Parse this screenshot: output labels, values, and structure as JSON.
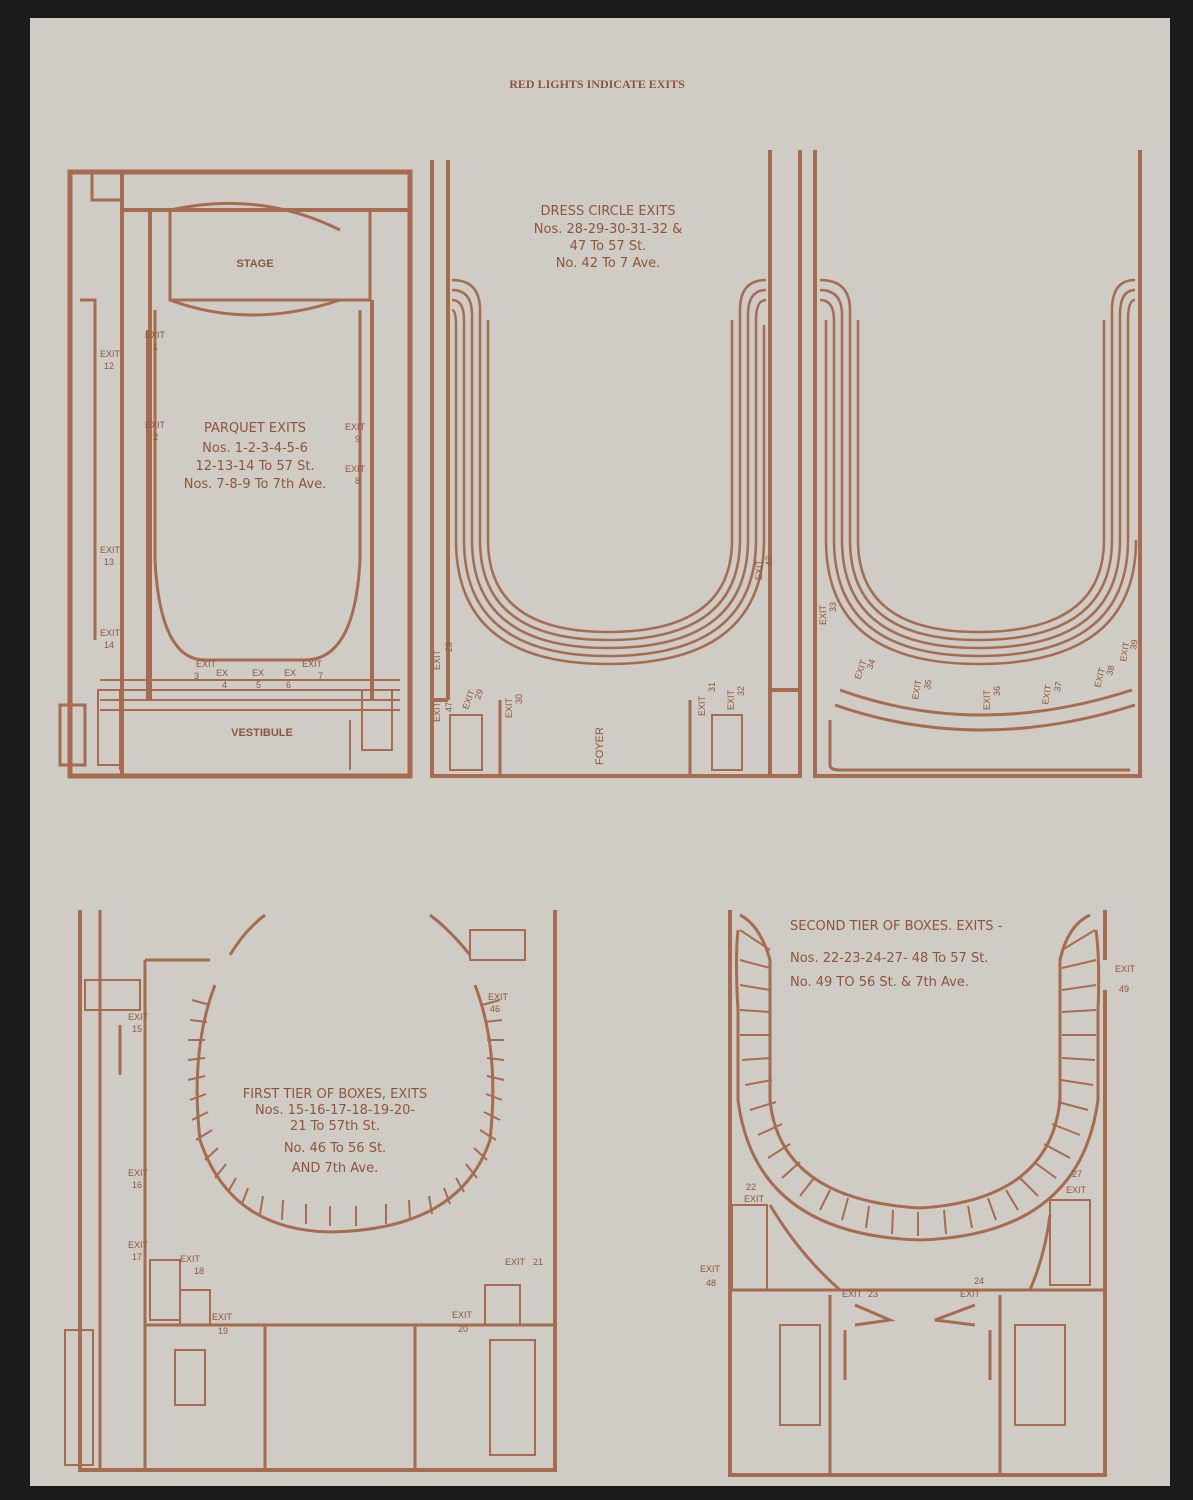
{
  "header": "RED LIGHTS INDICATE EXITS",
  "parquet": {
    "stage": "STAGE",
    "vestibule": "VESTIBULE",
    "legend": [
      "PARQUET EXITS",
      "Nos. 1-2-3-4-5-6",
      "12-13-14 To 57 St.",
      "Nos. 7-8-9 To 7th Ave."
    ],
    "exit_word": "EXIT",
    "ex_word": "EX"
  },
  "dress": {
    "legend": [
      "DRESS CIRCLE EXITS",
      "Nos. 28-29-30-31-32 &",
      "47 To 57 St.",
      "No. 42 To 7 Ave."
    ],
    "foyer": "FOYER"
  },
  "first_tier": {
    "legend": [
      "FIRST TIER OF BOXES, EXITS",
      "Nos. 15-16-17-18-19-20-",
      "21 To 57th St.",
      "No. 46 To 56 St.",
      "AND 7th Ave."
    ]
  },
  "second_tier": {
    "legend": [
      "SECOND TIER OF BOXES. EXITS -",
      "Nos. 22-23-24-27- 48 To 57 St.",
      "No. 49 TO 56 St. & 7th Ave."
    ]
  },
  "exit_labels": {
    "p1": "1",
    "p2": "2",
    "p3": "3",
    "p4": "4",
    "p5": "5",
    "p6": "6",
    "p7": "7",
    "p8": "8",
    "p9": "9",
    "p12": "12",
    "p13": "13",
    "p14": "14",
    "d28": "28",
    "d29": "29",
    "d30": "30",
    "d31": "31",
    "d32": "32",
    "d42": "42",
    "d47": "47",
    "d33": "33",
    "d34": "34",
    "d35": "35",
    "d36": "36",
    "d37": "37",
    "d38": "38",
    "d39": "39",
    "f15": "15",
    "f16": "16",
    "f17": "17",
    "f18": "18",
    "f19": "19",
    "f20": "20",
    "f21": "21",
    "f46": "46",
    "s22": "22",
    "s23": "23",
    "s24": "24",
    "s27": "27",
    "s48": "48",
    "s49": "49"
  }
}
